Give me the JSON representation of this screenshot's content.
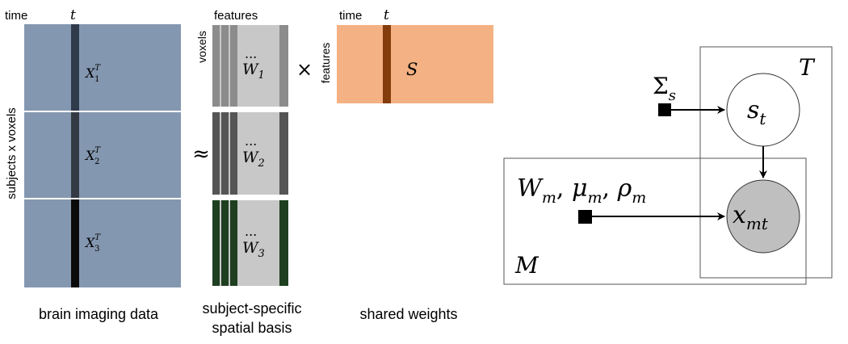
{
  "left_panel": {
    "time_label": "time",
    "t_label": "t",
    "rows_axis_label": "subjects x voxels",
    "caption": "brain imaging data",
    "blocks": [
      {
        "sym": "X",
        "sup": "T",
        "sub": "1"
      },
      {
        "sym": "X",
        "sup": "T",
        "sub": "2"
      },
      {
        "sym": "X",
        "sup": "T",
        "sub": "3"
      }
    ]
  },
  "approx_symbol": "≈",
  "times_symbol": "×",
  "middle_panel": {
    "features_label": "features",
    "voxels_label": "voxels",
    "caption_line1": "subject-specific",
    "caption_line2": "spatial basis",
    "blocks": [
      {
        "dots": "...",
        "sym": "W",
        "sub": "1"
      },
      {
        "dots": "...",
        "sym": "W",
        "sub": "2"
      },
      {
        "dots": "...",
        "sym": "W",
        "sub": "3"
      }
    ]
  },
  "right_matrix": {
    "time_label": "time",
    "t_label": "t",
    "features_label": "features",
    "sym": "S",
    "caption": "shared weights"
  },
  "graphical_model": {
    "plate_T_label": "T",
    "plate_M_label": "M",
    "prior_label": {
      "sym": "Σ",
      "sub": "s"
    },
    "params_label": {
      "W": "W",
      "W_sub": "m",
      "mu": "μ",
      "mu_sub": "m",
      "rho": "ρ",
      "rho_sub": "m"
    },
    "node_s": {
      "sym": "s",
      "sub": "t"
    },
    "node_x": {
      "sym": "x",
      "sub": "mt"
    }
  },
  "colors": {
    "brain_blue": "#8497b0",
    "row_separator": "#ffffff",
    "stripe_dark_blue": "#2f3a4b",
    "stripe_black": "#0a0a0a",
    "orange": "#f4b183",
    "orange_stripe": "#843c0c",
    "basis_gray": "#c8c8c8",
    "basis_mid": "#8c8c8c",
    "basis_dark": "#555555",
    "basis_green": "#1e3f20",
    "observed_node": "#bfbfbf"
  }
}
